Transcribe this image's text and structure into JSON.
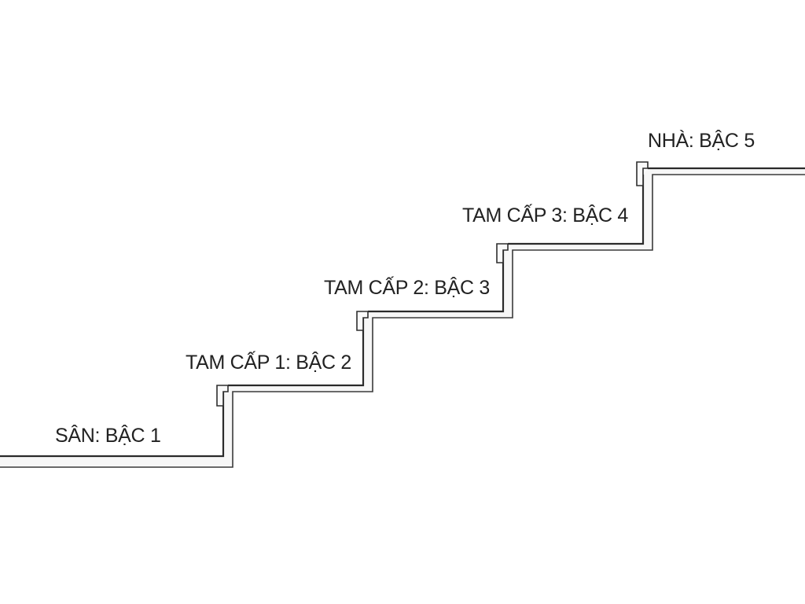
{
  "steps": [
    {
      "label": "SÂN: BẬC 1"
    },
    {
      "label": "TAM CẤP 1: BẬC 2"
    },
    {
      "label": "TAM CẤP 2: BẬC 3"
    },
    {
      "label": "TAM CẤP 3: BẬC 4"
    },
    {
      "label": "NHÀ: BẬC 5"
    }
  ]
}
